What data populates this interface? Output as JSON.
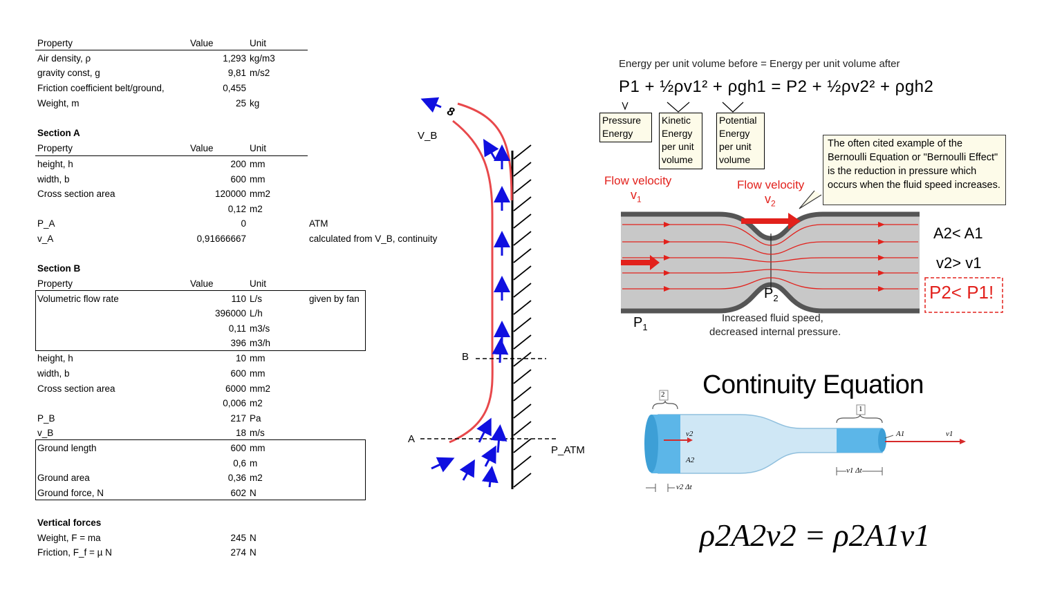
{
  "sheet": {
    "header": {
      "property": "Property",
      "value": "Value",
      "unit": "Unit"
    },
    "general": [
      {
        "property": "Air density, ρ",
        "value": "1,293",
        "unit": "kg/m3"
      },
      {
        "property": "gravity const, g",
        "value": "9,81",
        "unit": "m/s2"
      },
      {
        "property": "Friction coefficient belt/ground,",
        "value": "0,455",
        "unit": ""
      },
      {
        "property": "Weight, m",
        "value": "25",
        "unit": "kg"
      }
    ],
    "section_a": {
      "title": "Section A",
      "rows": [
        {
          "property": "height, h",
          "value": "200",
          "unit": "mm",
          "note": ""
        },
        {
          "property": "width, b",
          "value": "600",
          "unit": "mm",
          "note": ""
        },
        {
          "property": "Cross section area",
          "value": "120000",
          "unit": "mm2",
          "note": ""
        },
        {
          "property": "",
          "value": "0,12",
          "unit": "m2",
          "note": ""
        },
        {
          "property": "P_A",
          "value": "0",
          "unit": "",
          "note": "ATM"
        },
        {
          "property": "v_A",
          "value": "0,91666667",
          "unit": "",
          "note": "calculated from V_B, continuity"
        }
      ]
    },
    "section_b": {
      "title": "Section B",
      "rows": [
        {
          "property": "Volumetric flow rate",
          "value": "110",
          "unit": "L/s",
          "note": "given by fan"
        },
        {
          "property": "",
          "value": "396000",
          "unit": "L/h",
          "note": ""
        },
        {
          "property": "",
          "value": "0,11",
          "unit": "m3/s",
          "note": ""
        },
        {
          "property": "",
          "value": "396",
          "unit": "m3/h",
          "note": ""
        },
        {
          "property": "height, h",
          "value": "10",
          "unit": "mm",
          "note": ""
        },
        {
          "property": "width, b",
          "value": "600",
          "unit": "mm",
          "note": ""
        },
        {
          "property": "Cross section area",
          "value": "6000",
          "unit": "mm2",
          "note": ""
        },
        {
          "property": "",
          "value": "0,006",
          "unit": "m2",
          "note": ""
        },
        {
          "property": "P_B",
          "value": "217",
          "unit": "Pa",
          "note": ""
        },
        {
          "property": "v_B",
          "value": "18",
          "unit": "m/s",
          "note": ""
        },
        {
          "property": "Ground length",
          "value": "600",
          "unit": "mm",
          "note": ""
        },
        {
          "property": "",
          "value": "0,6",
          "unit": "m",
          "note": ""
        },
        {
          "property": "Ground area",
          "value": "0,36",
          "unit": "m2",
          "note": ""
        },
        {
          "property": "Ground force, N",
          "value": "602",
          "unit": "N",
          "note": ""
        }
      ]
    },
    "vertical": {
      "title": "Vertical forces",
      "rows": [
        {
          "property": "Weight, F = ma",
          "value": "245",
          "unit": "N"
        },
        {
          "property": "Friction, F_f = µ N",
          "value": "274",
          "unit": "N"
        }
      ]
    }
  },
  "diagram": {
    "label_vb": "V_B",
    "label_b": "B",
    "label_a": "A",
    "label_patm": "P_ATM",
    "label_8": "8",
    "colors": {
      "flow": "#e8484b",
      "arrow": "#1010e0",
      "wall": "#000000"
    }
  },
  "bernoulli": {
    "heading": "Energy per unit volume before = Energy per unit volume after",
    "equation": "P1 + ½ρv1² + ρgh1 = P2 + ½ρv2² + ρgh2",
    "tag_pressure": "Pressure Energy",
    "tag_kinetic": "Kinetic Energy per unit volume",
    "tag_potential": "Potential Energy per unit volume",
    "callout": "The often cited example of the Bernoulli Equation or \"Bernoulli Effect\" is the reduction in pressure which occurs when the fluid speed increases.",
    "flow_v1_label": "Flow velocity",
    "flow_v1_sym": "v",
    "flow_v1_sub": "1",
    "flow_v2_label": "Flow velocity",
    "flow_v2_sym": "v",
    "flow_v2_sub": "2",
    "rel_area": "A2< A1",
    "rel_vel": "v2> v1",
    "rel_press": "P2< P1!",
    "p1_label": "P",
    "p1_sub": "1",
    "p2_label": "P",
    "p2_sub": "2",
    "caption_line1": "Increased fluid speed,",
    "caption_line2": "decreased internal pressure.",
    "colors": {
      "red": "#e2211c",
      "tag_bg": "#fdfbe9",
      "tube": "#c8c8c8"
    }
  },
  "continuity": {
    "title": "Continuity Equation",
    "box2": "2",
    "box1": "1",
    "lbl_v2": "v2",
    "lbl_a2": "A2",
    "lbl_a1": "A1",
    "lbl_v1": "v1",
    "lbl_v1dt": "v1 Δt",
    "lbl_v2dt": "v2 Δt",
    "formula": "ρ2A2v2 = ρ2A1v1",
    "colors": {
      "pipe": "#9fd4f2",
      "pipe_dark": "#4aa9e0",
      "arrow": "#d62a2a"
    }
  }
}
